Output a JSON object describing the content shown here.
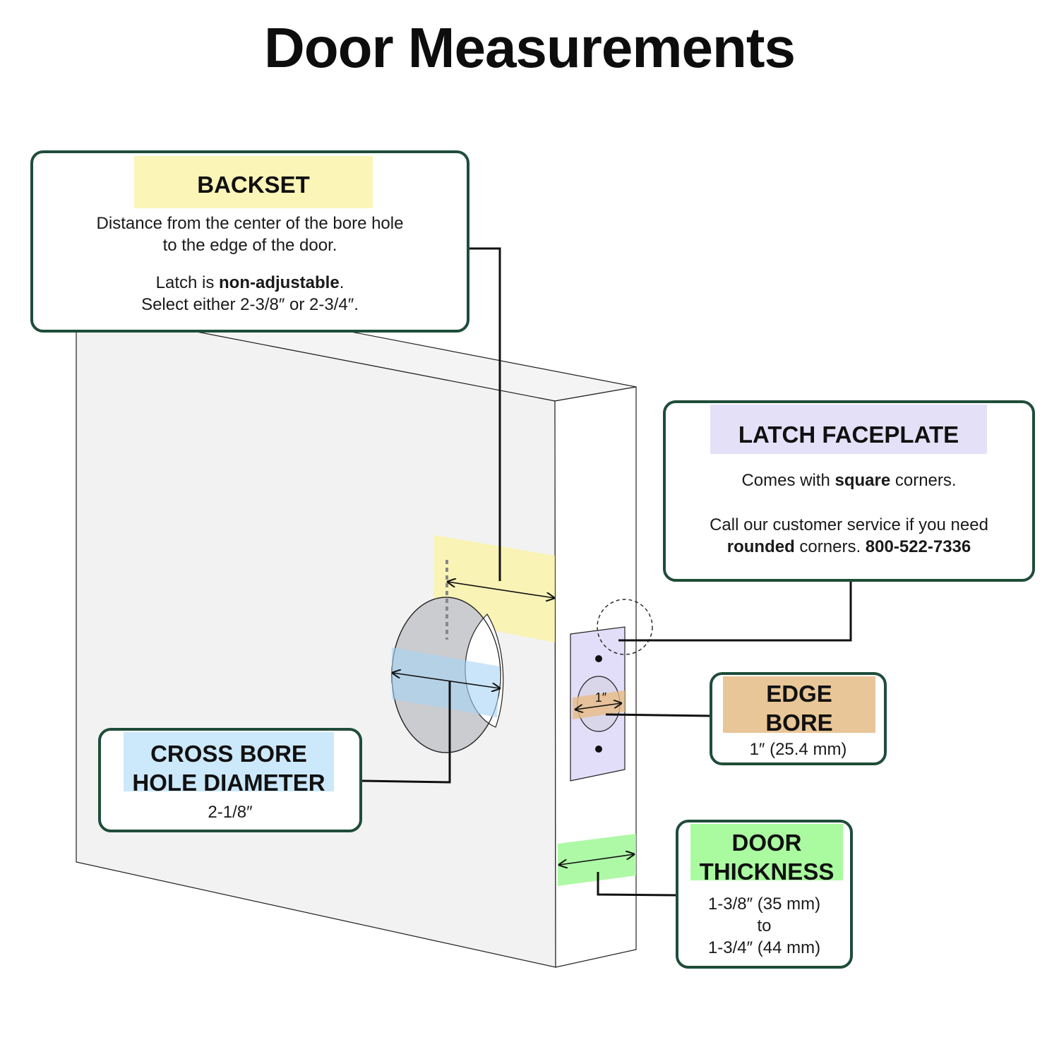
{
  "title": "Door Measurements",
  "colors": {
    "border": "#1f4d3a",
    "backset": "#fbf5b8",
    "latch": "#e4e0f8",
    "edge_bore": "#e9c697",
    "cross_bore": "#cce8fb",
    "thickness": "#aafba0"
  },
  "backset": {
    "title": "BACKSET",
    "line1": "Distance from the center of the bore hole",
    "line2": "to the edge of the door.",
    "line3_pre": "Latch is ",
    "line3_bold": "non-adjustable",
    "line3_post": ".",
    "line4": "Select either 2-3/8″ or 2-3/4″."
  },
  "latch_faceplate": {
    "title": "LATCH FACEPLATE",
    "line1_pre": "Comes with ",
    "line1_bold": "square",
    "line1_post": " corners.",
    "line2": "Call our customer service if you need",
    "line3_bold": "rounded",
    "line3_mid": " corners. ",
    "phone": "800-522-7336"
  },
  "edge_bore": {
    "title_line1": "EDGE",
    "title_line2": "BORE",
    "value": "1″ (25.4 mm)",
    "diagram_label": "1″"
  },
  "cross_bore": {
    "title_line1": "CROSS BORE",
    "title_line2": "HOLE DIAMETER",
    "value": "2-1/8″"
  },
  "door_thickness": {
    "title_line1": "DOOR",
    "title_line2": "THICKNESS",
    "line1": "1-3/8″ (35 mm)",
    "line2": "to",
    "line3": "1-3/4″ (44 mm)"
  }
}
